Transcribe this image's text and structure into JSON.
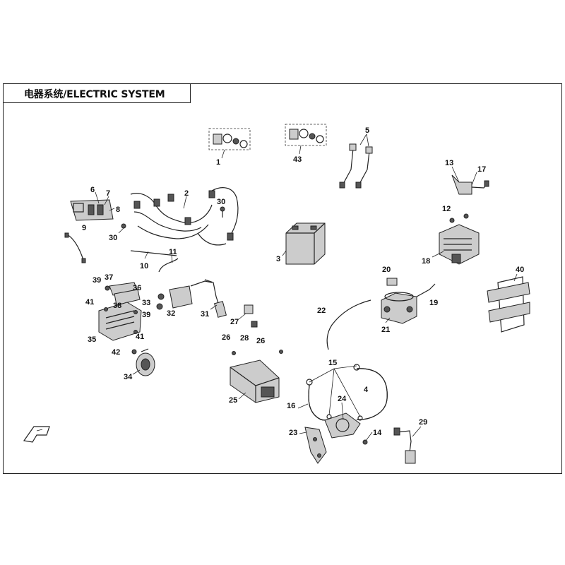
{
  "title": "电器系统/ELECTRIC SYSTEM",
  "callouts": [
    {
      "id": "c1",
      "label": "1"
    },
    {
      "id": "c43",
      "label": "43"
    },
    {
      "id": "c5",
      "label": "5"
    },
    {
      "id": "c13",
      "label": "13"
    },
    {
      "id": "c17",
      "label": "17"
    },
    {
      "id": "c6",
      "label": "6"
    },
    {
      "id": "c7",
      "label": "7"
    },
    {
      "id": "c8",
      "label": "8"
    },
    {
      "id": "c2",
      "label": "2"
    },
    {
      "id": "c30a",
      "label": "30"
    },
    {
      "id": "c30b",
      "label": "30"
    },
    {
      "id": "c9",
      "label": "9"
    },
    {
      "id": "c3",
      "label": "3"
    },
    {
      "id": "c12",
      "label": "12"
    },
    {
      "id": "c18",
      "label": "18"
    },
    {
      "id": "c10",
      "label": "10"
    },
    {
      "id": "c11",
      "label": "11"
    },
    {
      "id": "c39a",
      "label": "39"
    },
    {
      "id": "c37",
      "label": "37"
    },
    {
      "id": "c36",
      "label": "36"
    },
    {
      "id": "c41a",
      "label": "41"
    },
    {
      "id": "c38",
      "label": "38"
    },
    {
      "id": "c39b",
      "label": "39"
    },
    {
      "id": "c41b",
      "label": "41"
    },
    {
      "id": "c35",
      "label": "35"
    },
    {
      "id": "c33",
      "label": "33"
    },
    {
      "id": "c32",
      "label": "32"
    },
    {
      "id": "c31",
      "label": "31"
    },
    {
      "id": "c27",
      "label": "27"
    },
    {
      "id": "c28",
      "label": "28"
    },
    {
      "id": "c26a",
      "label": "26"
    },
    {
      "id": "c26b",
      "label": "26"
    },
    {
      "id": "c20",
      "label": "20"
    },
    {
      "id": "c19",
      "label": "19"
    },
    {
      "id": "c21",
      "label": "21"
    },
    {
      "id": "c22",
      "label": "22"
    },
    {
      "id": "c40",
      "label": "40"
    },
    {
      "id": "c42",
      "label": "42"
    },
    {
      "id": "c34",
      "label": "34"
    },
    {
      "id": "c25",
      "label": "25"
    },
    {
      "id": "c15",
      "label": "15"
    },
    {
      "id": "c4",
      "label": "4"
    },
    {
      "id": "c16",
      "label": "16"
    },
    {
      "id": "c24",
      "label": "24"
    },
    {
      "id": "c23",
      "label": "23"
    },
    {
      "id": "c14",
      "label": "14"
    },
    {
      "id": "c29",
      "label": "29"
    }
  ]
}
